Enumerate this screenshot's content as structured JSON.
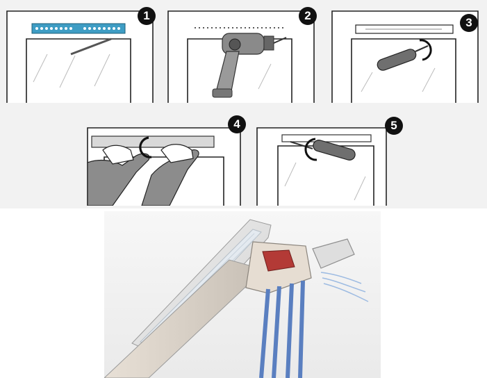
{
  "steps": [
    {
      "number": "1",
      "action": "mark"
    },
    {
      "number": "2",
      "action": "drill"
    },
    {
      "number": "3",
      "action": "screw"
    },
    {
      "number": "4",
      "action": "fit"
    },
    {
      "number": "5",
      "action": "fix"
    }
  ],
  "colors": {
    "panel_bg": "#f2f2f2",
    "template_blue": "#3e9dc4",
    "badge": "#111111",
    "glass_blue": "#5a7fc0",
    "seal_red": "#b33a36",
    "tool_grey": "#707070"
  },
  "icons": [
    "drill-icon",
    "screwdriver-icon",
    "rotate-arrow-icon",
    "hands-icon",
    "ventilator-section-icon"
  ]
}
